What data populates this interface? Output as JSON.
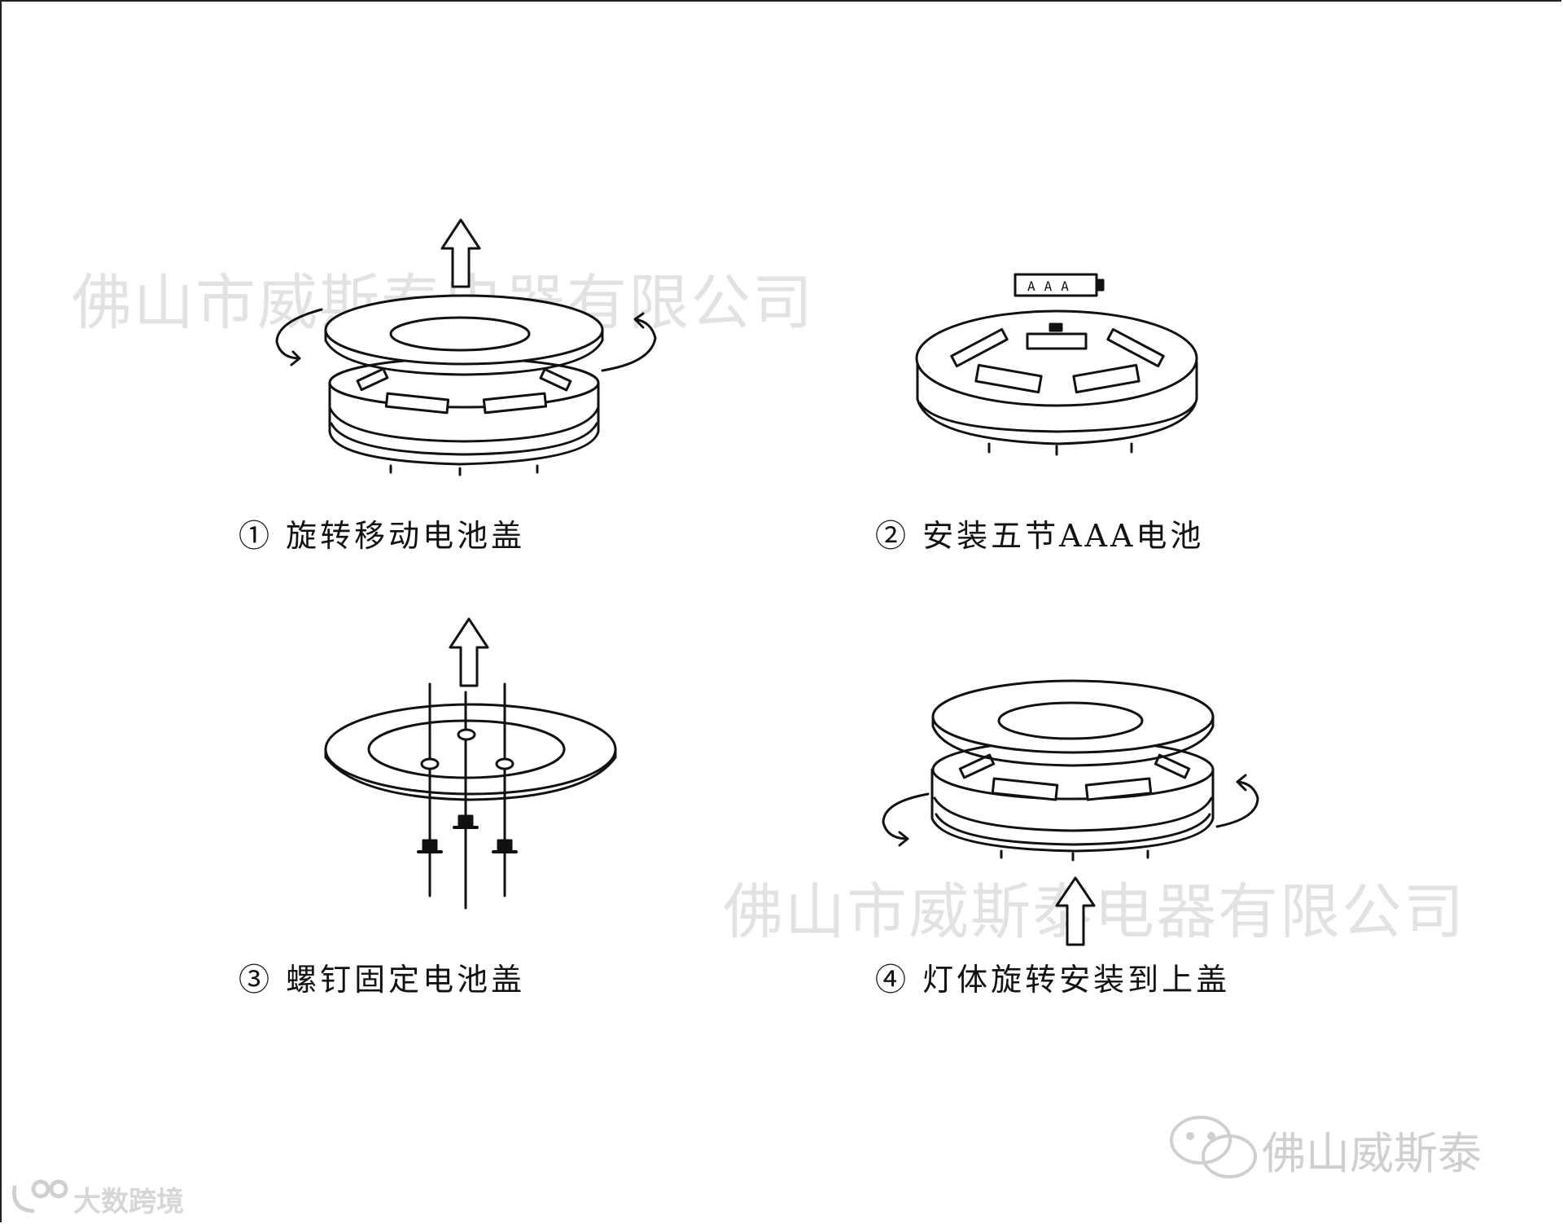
{
  "steps": [
    {
      "label": "① 旋转移动电池盖"
    },
    {
      "label": "② 安装五节AAA电池"
    },
    {
      "label": "③ 螺钉固定电池盖"
    },
    {
      "label": "④ 灯体旋转安装到上盖"
    }
  ],
  "watermarks": {
    "top": "佛山市威斯泰电器有限公司",
    "bottom": "佛山市威斯泰电器有限公司",
    "wechat": "佛山威斯泰",
    "corner": "大数跨境"
  },
  "battery_marks": [
    "A",
    "A",
    "A"
  ]
}
